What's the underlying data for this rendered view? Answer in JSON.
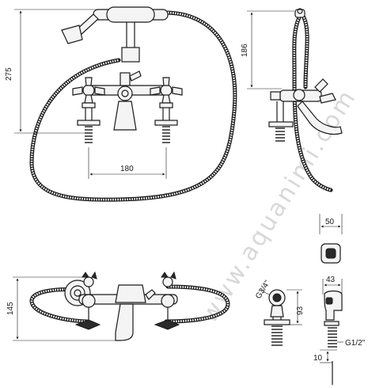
{
  "watermark": {
    "text": "www.aquanimi.com"
  },
  "dimensions": {
    "front_height": "275",
    "side_height": "186",
    "spacing": "180",
    "top_depth": "145",
    "bracket_width": "50",
    "bracket_height": "93",
    "bracket_depth": "43",
    "inlet_thread": "G3/4\"",
    "outlet_thread": "G1/2\"",
    "thread_length": "10"
  }
}
